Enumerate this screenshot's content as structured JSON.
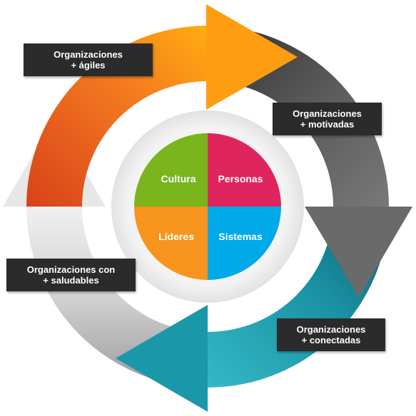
{
  "cycle": {
    "stages": [
      {
        "line1": "Organizaciones",
        "line2": "+ ágiles",
        "color": "#f26d1f"
      },
      {
        "line1": "Organizaciones",
        "line2": "+ motivadas",
        "color": "#555555"
      },
      {
        "line1": "Organizaciones",
        "line2": "+ conectadas",
        "color": "#1b9fb0"
      },
      {
        "line1": "Organizaciones con",
        "line2": "+ saludables",
        "color": "#d9d9d9"
      }
    ]
  },
  "center": {
    "quadrants": [
      {
        "label": "Cultura",
        "color": "#7ab51d"
      },
      {
        "label": "Personas",
        "color": "#e0245e"
      },
      {
        "label": "Líderes",
        "color": "#f7941d"
      },
      {
        "label": "Sistemas",
        "color": "#00a9e8"
      }
    ]
  }
}
